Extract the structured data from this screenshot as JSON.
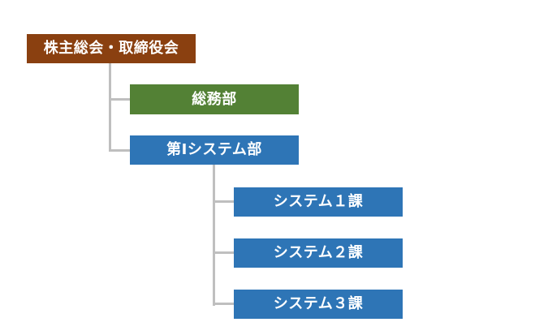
{
  "org_chart": {
    "connector_color": "#BFBFBF",
    "background_color": "#FFFFFF",
    "nodes": {
      "board": {
        "label": "株主総会・取締役会",
        "color": "#8A4010",
        "text_color": "#FFFFFF"
      },
      "general_affairs": {
        "label": "総務部",
        "color": "#538135",
        "text_color": "#FFFFFF"
      },
      "system_dept": {
        "label": "第Ⅰシステム部",
        "color": "#2E75B6",
        "text_color": "#FFFFFF"
      },
      "system_sec1": {
        "label": "システム１課",
        "color": "#2E75B6",
        "text_color": "#FFFFFF"
      },
      "system_sec2": {
        "label": "システム２課",
        "color": "#2E75B6",
        "text_color": "#FFFFFF"
      },
      "system_sec3": {
        "label": "システム３課",
        "color": "#2E75B6",
        "text_color": "#FFFFFF"
      }
    },
    "hierarchy": {
      "root": "board",
      "children_of_board": [
        "general_affairs",
        "system_dept"
      ],
      "children_of_system_dept": [
        "system_sec1",
        "system_sec2",
        "system_sec3"
      ]
    }
  }
}
